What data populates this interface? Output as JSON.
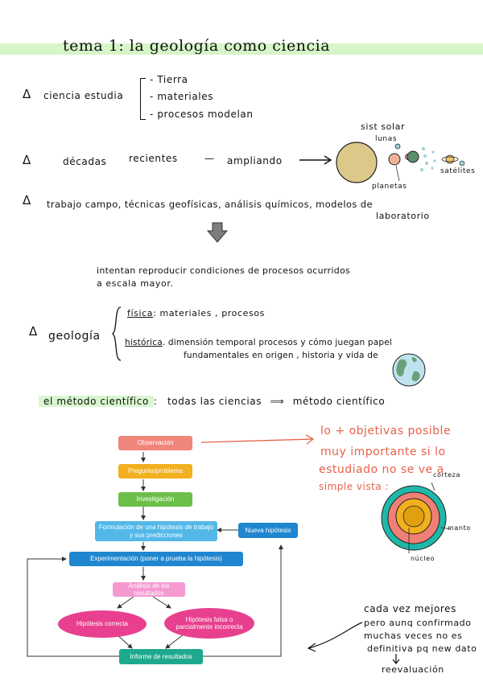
{
  "title": "tema 1: la geología  como ciencia",
  "colors": {
    "highlight": "#d6f6c8",
    "orange_note": "#e8614a",
    "arrow_grey": "#7d7d7d"
  },
  "icons": {
    "bullet": "triangle-bullet",
    "down_arrow": "grey-down-arrow",
    "globe": "earth-globe",
    "layers": "earth-layers"
  },
  "section1": {
    "bullet": "Δ",
    "label": "ciencia estudia",
    "items": [
      "- Tierra",
      "- materiales",
      "- procesos modelan"
    ]
  },
  "section2": {
    "bullet": "Δ",
    "word1": "décadas",
    "word2": "recientes",
    "dash": "—",
    "word3": "ampliando",
    "solar_title": "sist  solar",
    "lunas": "lunas",
    "planetas": "planetas",
    "satelites": "satélites"
  },
  "section3": {
    "bullet": "Δ",
    "line1": "trabajo campo, técnicas geofísicas, análisis químicos, modelos de",
    "line2": "laboratorio",
    "reproduce1": "intentan  reproducir  condiciones  de  procesos  ocurridos",
    "reproduce2": "a  escala  mayor."
  },
  "section4": {
    "bullet": "Δ",
    "label": "geología",
    "fisica_word": "física",
    "fisica_rest": ": materiales , procesos",
    "historica_word": "histórica",
    "historica_rest": ". dimensión temporal procesos  y  cómo juegan  papel",
    "historica_line2": "fundamentales  en  origen , historia  y  vida  de"
  },
  "metodo": {
    "label": "el  método  científico",
    "colon": ":",
    "rest": "todas las ciencias",
    "implies": "⟹",
    "result": "método  científico"
  },
  "diagram": {
    "observacion": "Observación",
    "pregunta": "Pregunta/problema",
    "investigacion": "Investigación",
    "formulacion": "Formulación de una hipótesis de trabajo y sus predicciones",
    "nueva": "Nueva hipótesis",
    "experimentacion": "Experimentación (poner a prueba la hipótesis)",
    "analisis": "Análisis de los resultados",
    "correcta": "Hipótesis correcta",
    "falsa": "Hipótesis falsa o parcialmente incorrecta",
    "informe": "Informe de resultados"
  },
  "notes": {
    "orange1": "lo + objetivas  posible",
    "orange2": "muy  importante  si  lo",
    "orange3": "estudiado  no se ve a",
    "orange4": "simple  vista :",
    "corteza": "corteza",
    "manto": "manto",
    "nucleo": "núcleo",
    "black1": "cada  vez  mejores",
    "black2": "pero  aunq  confirmado",
    "black3": "muchas  veces  no es",
    "black4": "definitiva  pq  new  dato",
    "black5": "reevaluación"
  }
}
